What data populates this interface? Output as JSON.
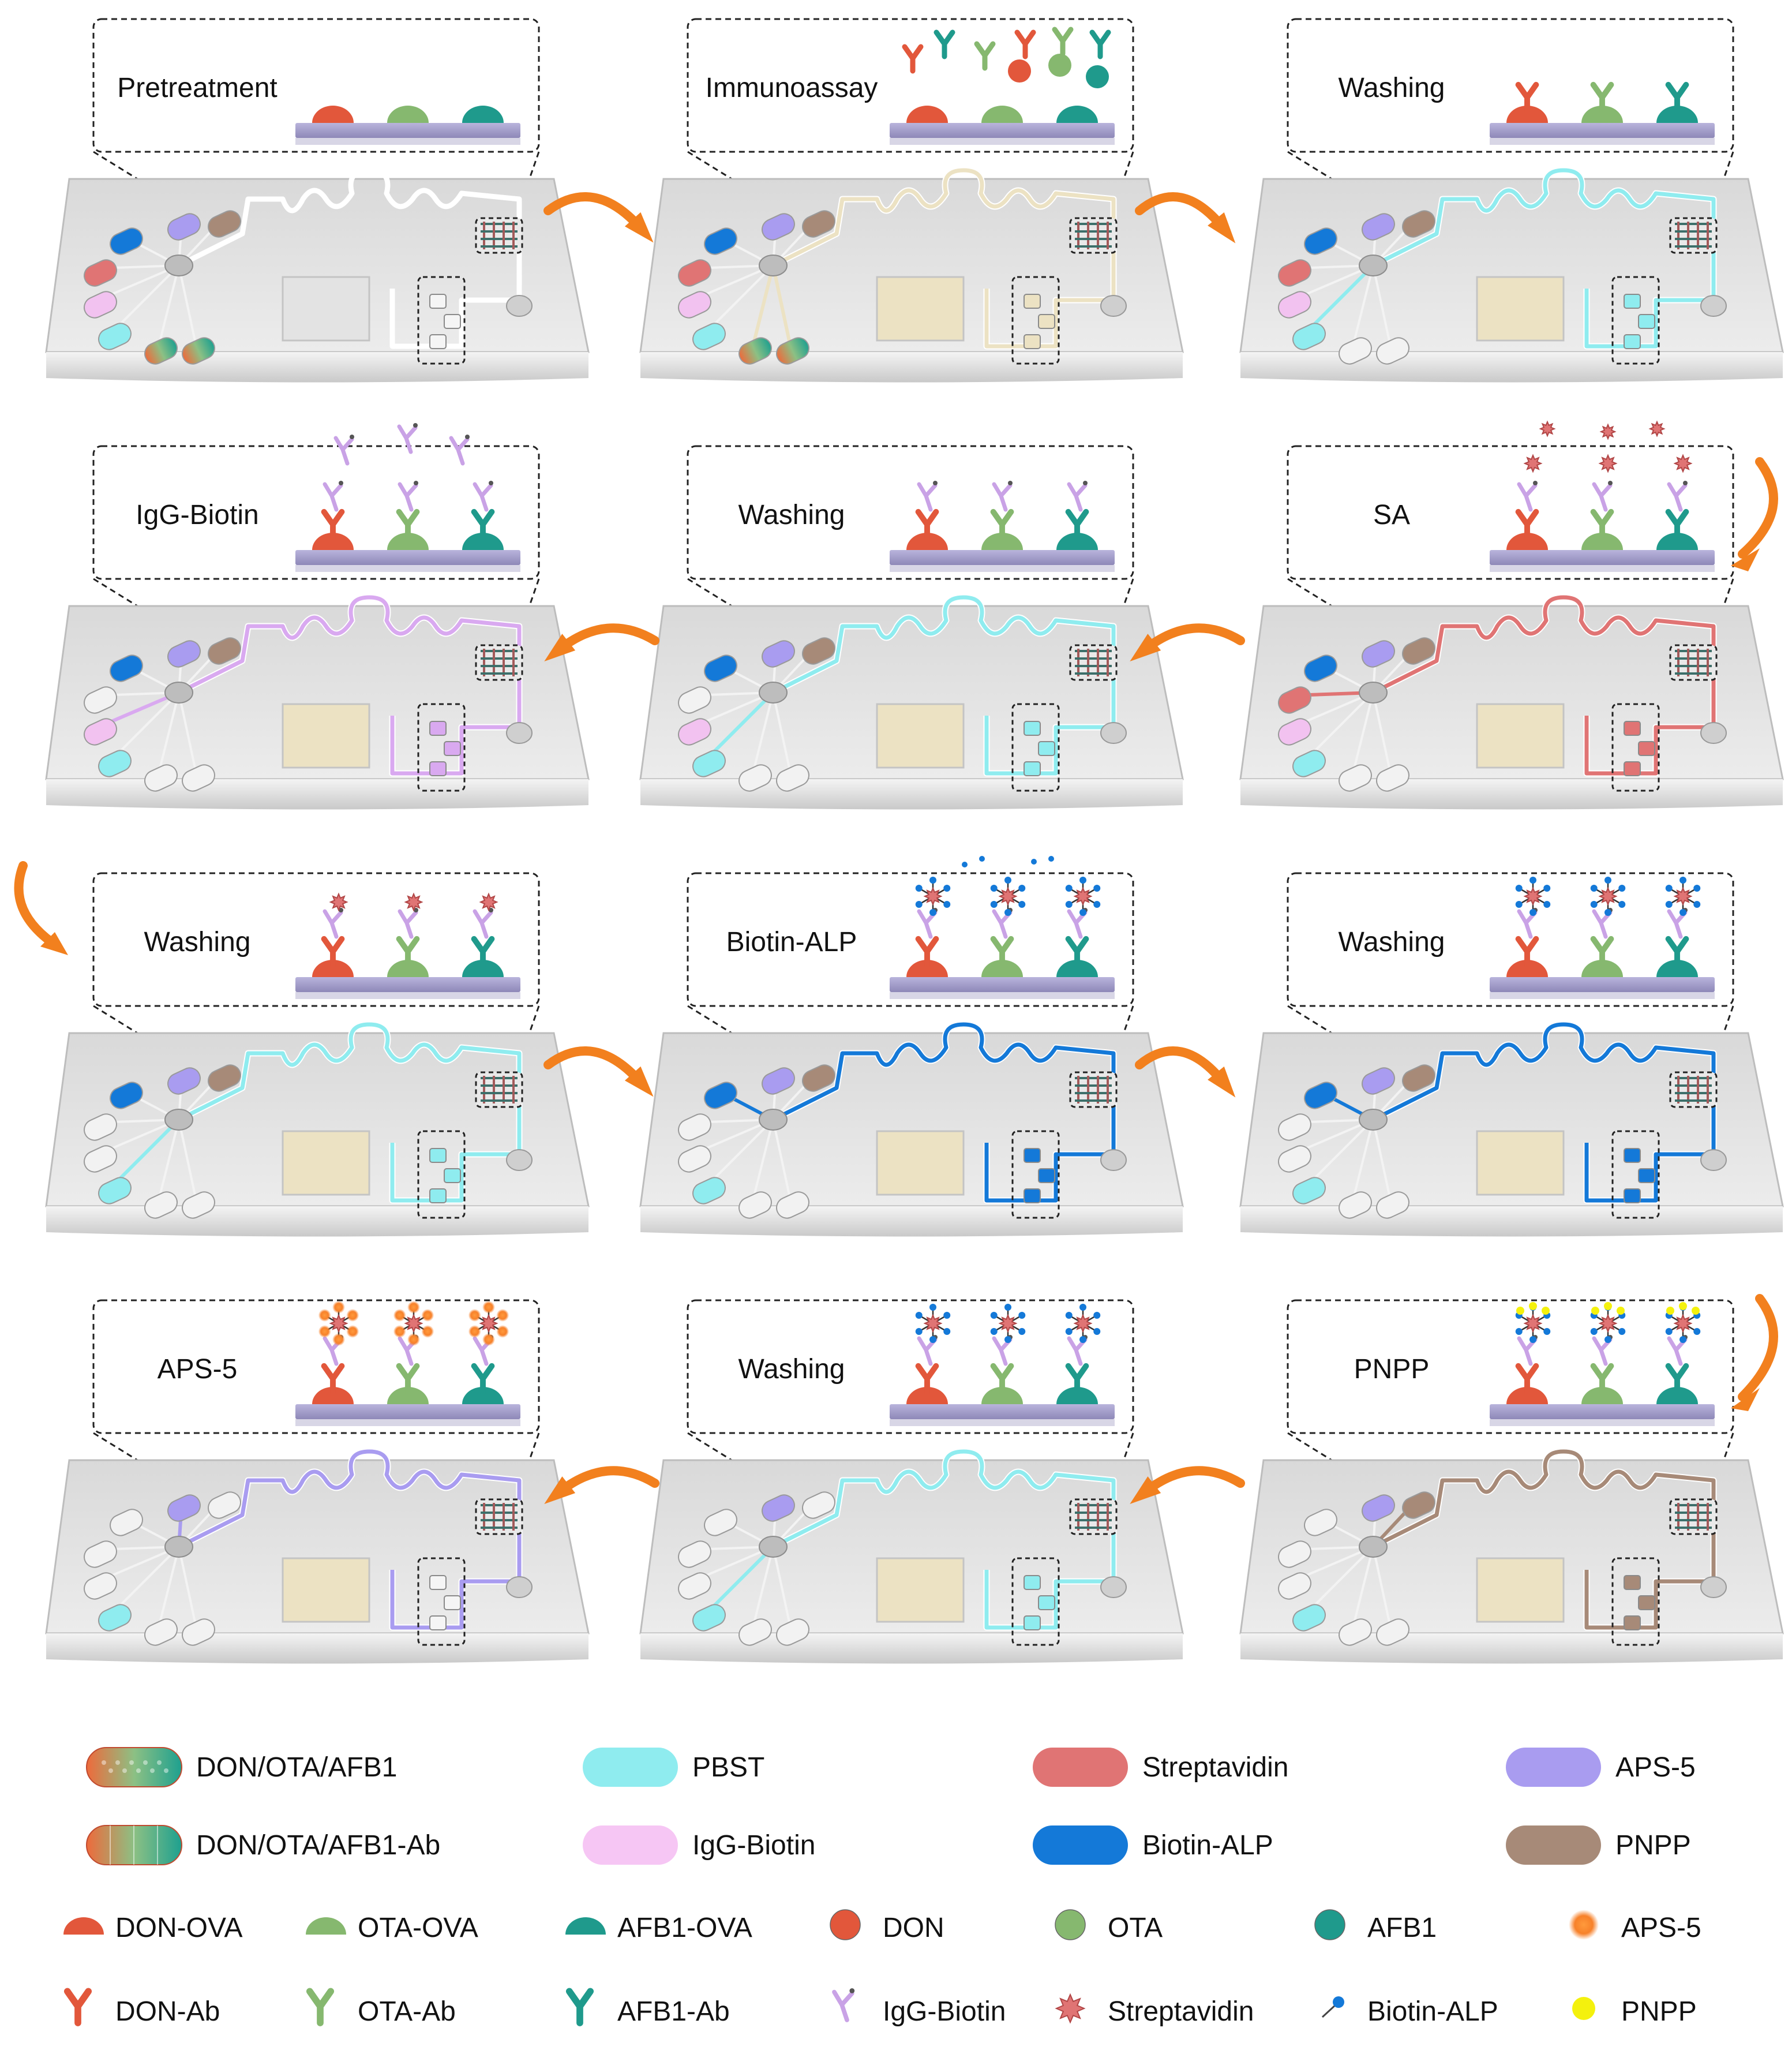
{
  "colors": {
    "don": "#e2573b",
    "ota": "#86b86f",
    "afb1": "#1f9a8c",
    "pbst": "#8fecef",
    "streptavidin": "#e07474",
    "aps5": "#a99cf0",
    "igg_biotin": "#f6c6f4",
    "biotin_alp": "#1479d8",
    "pnpp": "#a78a78",
    "pnpp_dot": "#f4f10d",
    "arrow": "#f2801e",
    "chip": "#dcdcdc",
    "chip_edge": "#b8b8b8",
    "substrate": "#a6a1c9",
    "sample_tint": "#ece2c3"
  },
  "steps": [
    {
      "label": "Pretreatment",
      "channel": "none"
    },
    {
      "label": "Immunoassay",
      "channel": "sample"
    },
    {
      "label": "Washing",
      "channel": "pbst"
    },
    {
      "label": "SA",
      "channel": "streptavidin"
    },
    {
      "label": "Washing",
      "channel": "pbst"
    },
    {
      "label": "IgG-Biotin",
      "channel": "igg_biotin"
    },
    {
      "label": "Washing",
      "channel": "pbst"
    },
    {
      "label": "Biotin-ALP",
      "channel": "biotin_alp"
    },
    {
      "label": "Washing",
      "channel": "biotin_alp"
    },
    {
      "label": "PNPP",
      "channel": "pnpp"
    },
    {
      "label": "Washing",
      "channel": "pbst"
    },
    {
      "label": "APS-5",
      "channel": "aps5"
    }
  ],
  "legend_reagents": [
    {
      "label": "DON/OTA/AFB1",
      "kind": "dotted-capsule"
    },
    {
      "label": "PBST",
      "color_key": "pbst"
    },
    {
      "label": "Streptavidin",
      "color_key": "streptavidin"
    },
    {
      "label": "APS-5",
      "color_key": "aps5"
    },
    {
      "label": "DON/OTA/AFB1-Ab",
      "kind": "striped-capsule"
    },
    {
      "label": "IgG-Biotin",
      "color_key": "igg_biotin"
    },
    {
      "label": "Biotin-ALP",
      "color_key": "biotin_alp"
    },
    {
      "label": "PNPP",
      "color_key": "pnpp"
    }
  ],
  "legend_molecules": [
    {
      "label": "DON-OVA",
      "icon": "dome",
      "color_key": "don"
    },
    {
      "label": "OTA-OVA",
      "icon": "dome",
      "color_key": "ota"
    },
    {
      "label": "AFB1-OVA",
      "icon": "dome",
      "color_key": "afb1"
    },
    {
      "label": "DON",
      "icon": "ball",
      "color_key": "don"
    },
    {
      "label": "OTA",
      "icon": "ball",
      "color_key": "ota"
    },
    {
      "label": "AFB1",
      "icon": "ball",
      "color_key": "afb1"
    },
    {
      "label": "APS-5",
      "icon": "glow",
      "color_key": "arrow"
    },
    {
      "label": "DON-Ab",
      "icon": "antibody",
      "color_key": "don"
    },
    {
      "label": "OTA-Ab",
      "icon": "antibody",
      "color_key": "ota"
    },
    {
      "label": "AFB1-Ab",
      "icon": "antibody",
      "color_key": "afb1"
    },
    {
      "label": "IgG-Biotin",
      "icon": "igg",
      "color_key": "igg_biotin"
    },
    {
      "label": "Streptavidin",
      "icon": "star",
      "color_key": "streptavidin"
    },
    {
      "label": "Biotin-ALP",
      "icon": "alp",
      "color_key": "biotin_alp"
    },
    {
      "label": "PNPP",
      "icon": "dot",
      "color_key": "pnpp_dot"
    }
  ]
}
